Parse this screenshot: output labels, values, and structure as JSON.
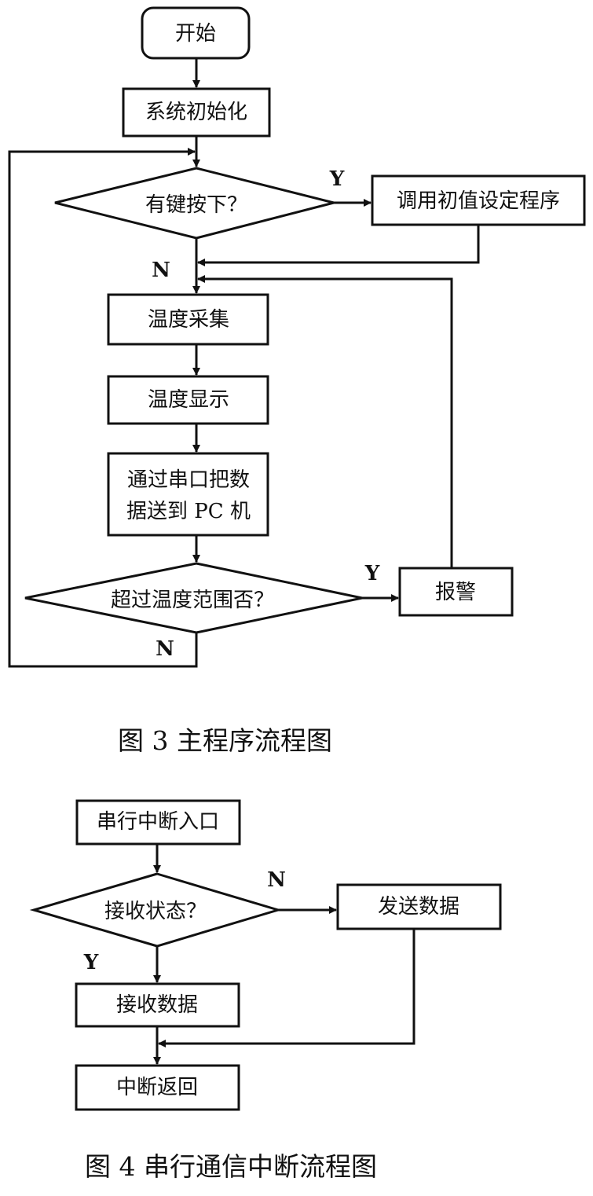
{
  "diagram1": {
    "start": "开始",
    "init": "系统初始化",
    "key_pressed": "有键按下？",
    "set_initial": "调用初值设定程序",
    "yes1": "Y",
    "no1": "N",
    "temp_collect": "温度采集",
    "temp_display": "温度显示",
    "send_line1": "通过串口把数",
    "send_line2": "据送到 PC 机",
    "over_range": "超过温度范围否？",
    "alarm": "报警",
    "yes2": "Y",
    "no2": "N",
    "caption": "图 3  主程序流程图"
  },
  "diagram2": {
    "entry": "串行中断入口",
    "receive_state": "接收状态？",
    "send_data": "发送数据",
    "yes": "Y",
    "no": "N",
    "receive_data": "接收数据",
    "return": "中断返回",
    "caption": "图 4  串行通信中断流程图"
  },
  "colors": {
    "stroke": "#111111",
    "text": "#111111",
    "background": "#ffffff"
  }
}
